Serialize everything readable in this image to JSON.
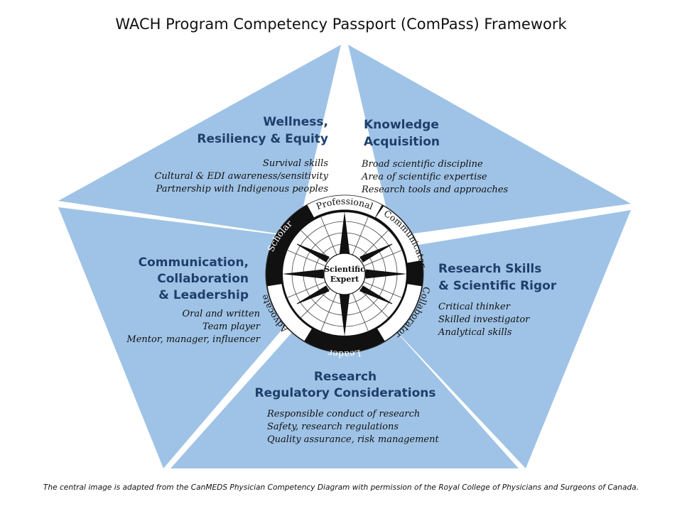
{
  "title": "WACH Program Competency Passport (ComPass) Framework",
  "footnote": "The central image is adapted from the CanMEDS Physician Competency Diagram with permission of the Royal College of Physicians and Surgeons of Canada.",
  "colors": {
    "segment_fill": "#9fc3e6",
    "heading": "#1f3f6b",
    "ring_dark": "#111111",
    "ring_light": "#ffffff"
  },
  "segments": [
    {
      "id": "wellness",
      "heading": [
        "Wellness,",
        "Resiliency & Equity"
      ],
      "items": [
        "Survival skills",
        "Cultural & EDI awareness/sensitivity",
        "Partnership with Indigenous peoples"
      ]
    },
    {
      "id": "knowledge",
      "heading": [
        "Knowledge",
        "Acquisition"
      ],
      "items": [
        "Broad scientific discipline",
        "Area of scientific expertise",
        "Research tools and approaches"
      ]
    },
    {
      "id": "research-skills",
      "heading": [
        "Research Skills",
        "& Scientific Rigor"
      ],
      "items": [
        "Critical thinker",
        "Skilled investigator",
        "Analytical skills"
      ]
    },
    {
      "id": "regulatory",
      "heading": [
        "Research",
        "Regulatory Considerations"
      ],
      "items": [
        "Responsible conduct of research",
        "Safety, research regulations",
        "Quality assurance, risk management"
      ]
    },
    {
      "id": "communication",
      "heading": [
        "Communication,",
        "Collaboration",
        "& Leadership"
      ],
      "items": [
        "Oral and written",
        "Team player",
        "Mentor, manager, influencer"
      ]
    }
  ],
  "compass": {
    "center": [
      "Scientific",
      "Expert"
    ],
    "ring": [
      {
        "label": "Professional"
      },
      {
        "label": "Communicator"
      },
      {
        "label": "Collaborator"
      },
      {
        "label": "Leader"
      },
      {
        "label": "Advocate"
      },
      {
        "label": "Scholar"
      }
    ]
  }
}
